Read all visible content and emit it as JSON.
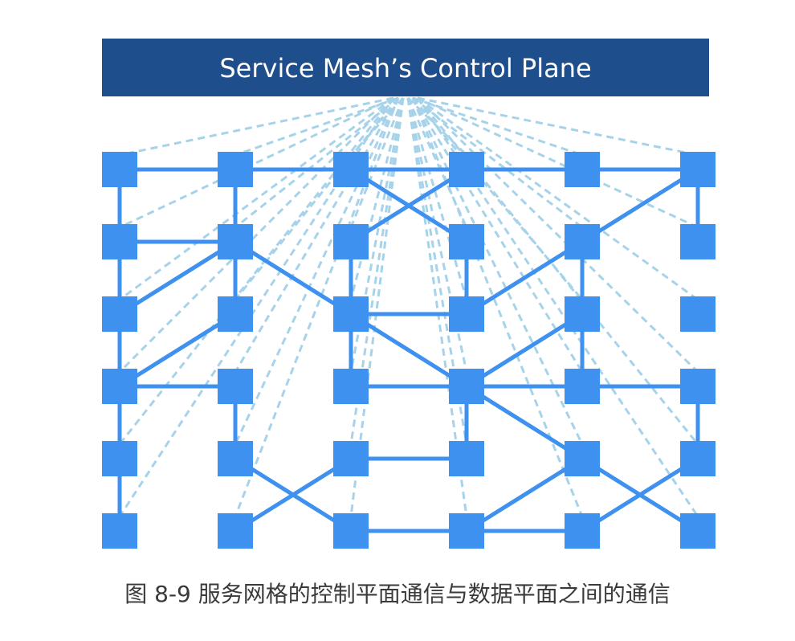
{
  "banner": {
    "title": "Service Mesh’s Control Plane"
  },
  "caption": "图 8-9 服务网格的控制平面通信与数据平面之间的通信",
  "colors": {
    "banner": "#1f4e8c",
    "node": "#3f91f0",
    "mesh": "#3f91f0",
    "control": "#a7d3ea"
  },
  "grid": {
    "columns": 6,
    "rows": 6
  },
  "edges": [
    [
      0,
      0,
      1,
      0
    ],
    [
      1,
      0,
      2,
      0
    ],
    [
      2,
      0,
      3,
      0
    ],
    [
      3,
      0,
      4,
      0
    ],
    [
      4,
      0,
      5,
      0
    ],
    [
      0,
      0,
      0,
      1
    ],
    [
      0,
      1,
      0,
      2
    ],
    [
      0,
      2,
      0,
      3
    ],
    [
      0,
      3,
      0,
      4
    ],
    [
      0,
      4,
      0,
      5
    ],
    [
      1,
      0,
      1,
      1
    ],
    [
      1,
      1,
      1,
      2
    ],
    [
      0,
      1,
      1,
      1
    ],
    [
      1,
      1,
      2,
      2
    ],
    [
      0,
      2,
      1,
      1
    ],
    [
      0,
      3,
      1,
      2
    ],
    [
      2,
      0,
      3,
      1
    ],
    [
      3,
      0,
      2,
      1
    ],
    [
      2,
      1,
      2,
      2
    ],
    [
      2,
      2,
      2,
      3
    ],
    [
      2,
      2,
      3,
      2
    ],
    [
      3,
      1,
      3,
      2
    ],
    [
      3,
      2,
      4,
      1
    ],
    [
      4,
      1,
      5,
      0
    ],
    [
      4,
      1,
      4,
      2
    ],
    [
      4,
      2,
      4,
      3
    ],
    [
      2,
      2,
      3,
      3
    ],
    [
      3,
      3,
      4,
      2
    ],
    [
      2,
      3,
      3,
      3
    ],
    [
      3,
      3,
      4,
      3
    ],
    [
      4,
      3,
      5,
      3
    ],
    [
      0,
      3,
      1,
      3
    ],
    [
      5,
      0,
      5,
      1
    ],
    [
      5,
      3,
      5,
      4
    ],
    [
      1,
      3,
      1,
      4
    ],
    [
      1,
      4,
      2,
      5
    ],
    [
      1,
      5,
      2,
      4
    ],
    [
      2,
      4,
      3,
      4
    ],
    [
      2,
      5,
      3,
      5
    ],
    [
      3,
      5,
      4,
      5
    ],
    [
      3,
      5,
      4,
      4
    ],
    [
      4,
      5,
      5,
      4
    ],
    [
      3,
      3,
      4,
      4
    ],
    [
      4,
      4,
      5,
      5
    ],
    [
      3,
      3,
      3,
      4
    ]
  ]
}
